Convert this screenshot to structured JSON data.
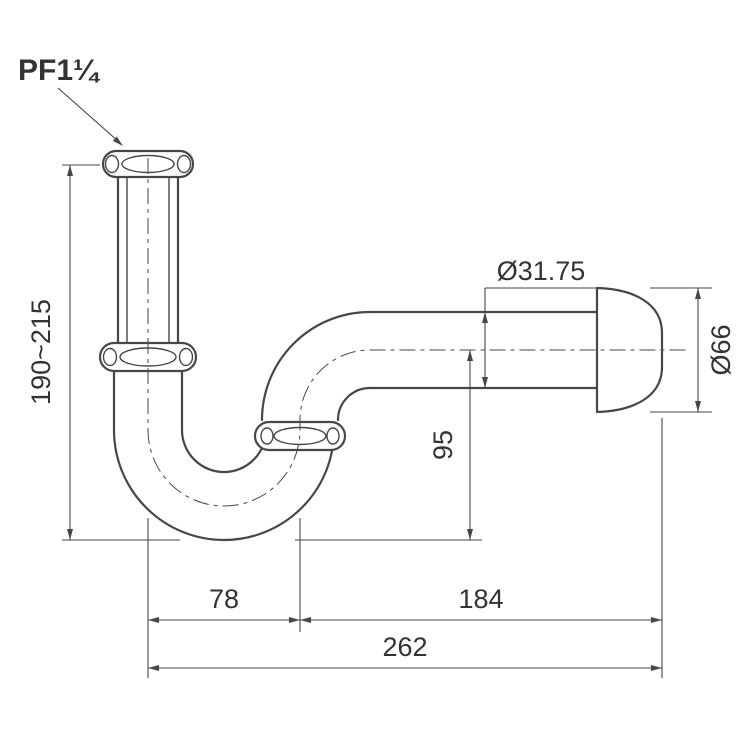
{
  "drawing": {
    "thread_label": "PF1¼",
    "dimensions": {
      "inlet_height_range": "190~215",
      "outlet_pipe_diameter": "Ø31.75",
      "wall_flange_diameter": "Ø66",
      "outlet_center_to_trap_bottom": "95",
      "trap_offset": "78",
      "outlet_reach": "184",
      "overall_length": "262"
    },
    "colors": {
      "line": "#474747",
      "text": "#333333",
      "background": "#ffffff"
    }
  }
}
